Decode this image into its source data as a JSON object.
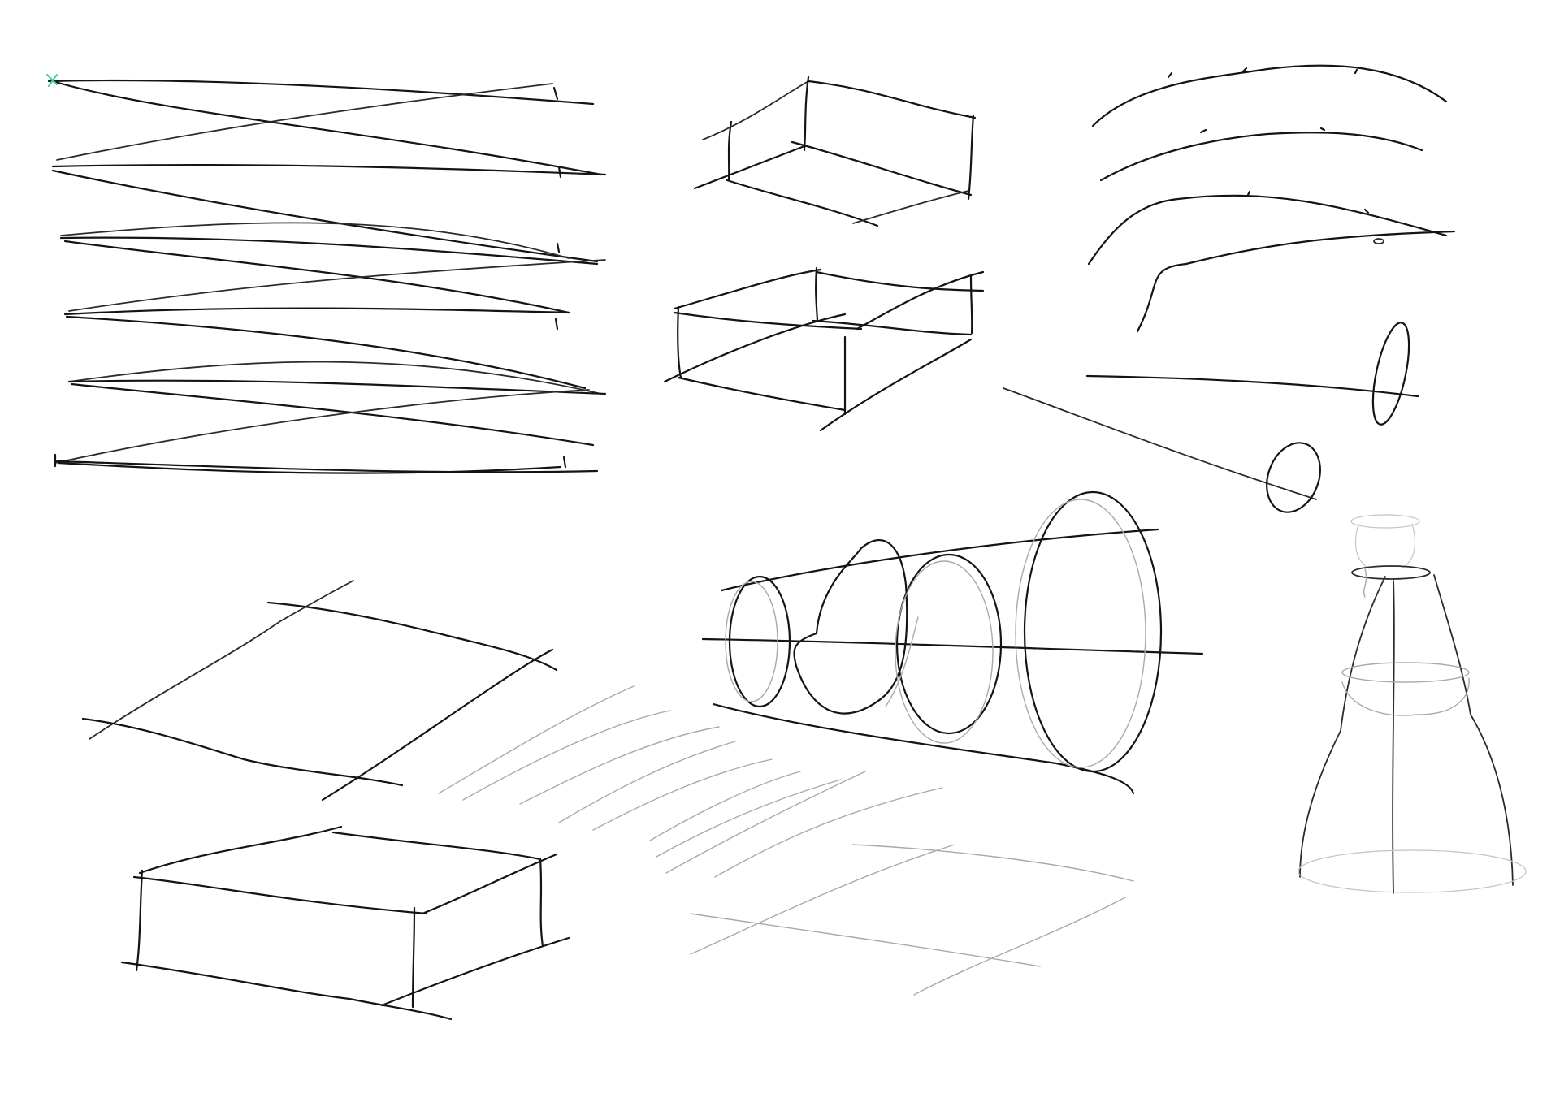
{
  "canvas": {
    "background": "#ffffff",
    "ink_dark": "#141414",
    "ink_light": "#a9a9a9",
    "accent_mark": "#3fd39a"
  },
  "drawing": {
    "groups": [
      "line-practice-rows",
      "box-sketch-top",
      "box-sketch-open-top",
      "curve-practice",
      "ellipse-practice",
      "plane-sketch",
      "box-sketch-bottom",
      "cylinder-ellipses",
      "hatching-lines",
      "cone-bottle-sketch"
    ]
  }
}
